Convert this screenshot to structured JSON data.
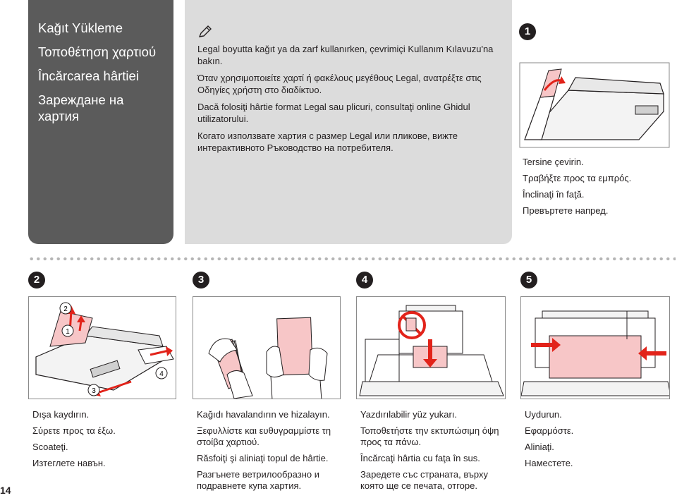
{
  "side": {
    "titles": [
      "Kağıt Yükleme",
      "Τοποθέτηση χαρτιού",
      "Încărcarea hârtiei",
      "Зареждане на хартия"
    ]
  },
  "note": {
    "lines": [
      "Legal boyutta kağıt ya da zarf kullanırken, çevrimiçi Kullanım Kılavuzu'na bakın.",
      "Όταν χρησιμοποιείτε χαρτί ή φακέλους μεγέθους Legal, ανατρέξτε στις Οδηγίες χρήστη στο διαδίκτυο.",
      "Dacă folosiţi hârtie format Legal sau plicuri, consultaţi online Ghidul utilizatorului.",
      "Когато използвате хартия с размер Legal или пликове, вижте интерактивното Ръководство на потребителя."
    ]
  },
  "steps": [
    {
      "badge": "1",
      "lines": [
        "Tersine çevirin.",
        "Τραβήξτε προς τα εμπρός.",
        "Înclinaţi în faţă.",
        "Превъртете напред."
      ]
    },
    {
      "badge": "2",
      "lines": [
        "Dışa kaydırın.",
        "Σύρετε προς τα έξω.",
        "Scoateţi.",
        "Изтеглете навън."
      ]
    },
    {
      "badge": "3",
      "lines": [
        "Kağıdı havalandırın ve hizalayın.",
        "Ξεφυλλίστε και ευθυγραμμίστε τη στοίβα χαρτιού.",
        "Răsfoiţi şi aliniaţi topul de hârtie.",
        "Разгънете ветрилообразно и подравнете купа хартия."
      ]
    },
    {
      "badge": "4",
      "lines": [
        "Yazdırılabilir yüz yukarı.",
        "Τοποθετήστε την εκτυπώσιμη όψη προς τα πάνω.",
        "Încărcaţi hârtia cu faţa în sus.",
        "Заредете със страната, върху която ще се печата, отгоре."
      ]
    },
    {
      "badge": "5",
      "lines": [
        "Uydurun.",
        "Εφαρμόστε.",
        "Aliniaţi.",
        "Наместете."
      ]
    }
  ],
  "callouts": {
    "a": "2",
    "b": "1",
    "c": "4",
    "d": "3"
  },
  "page_number": "14",
  "colors": {
    "panel_dark": "#5b5b5b",
    "panel_light": "#dcdcdc",
    "accent_red": "#e2231a",
    "paper_pink": "#f7c6c7"
  }
}
